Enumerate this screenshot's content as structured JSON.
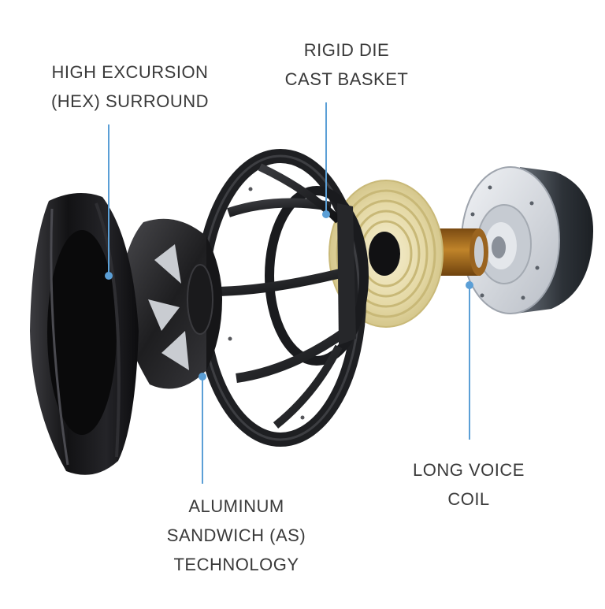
{
  "labels": {
    "surround": {
      "line1": "HIGH EXCURSION",
      "line2": "(HEX) SURROUND"
    },
    "basket": {
      "line1": "RIGID DIE",
      "line2": "CAST BASKET"
    },
    "sandwich": {
      "line1": "ALUMINUM",
      "line2": "SANDWICH (AS)",
      "line3": "TECHNOLOGY"
    },
    "coil": {
      "line1": "LONG VOICE",
      "line2": "COIL"
    }
  },
  "colors": {
    "callout": "#5b9fd6",
    "text": "#3a3a3a",
    "rubber": "#1c1c1e",
    "cone": "#2a2a2c",
    "spider": "#e6dcae",
    "coil": "#a86a1c",
    "magnet": "#d4d8de"
  }
}
